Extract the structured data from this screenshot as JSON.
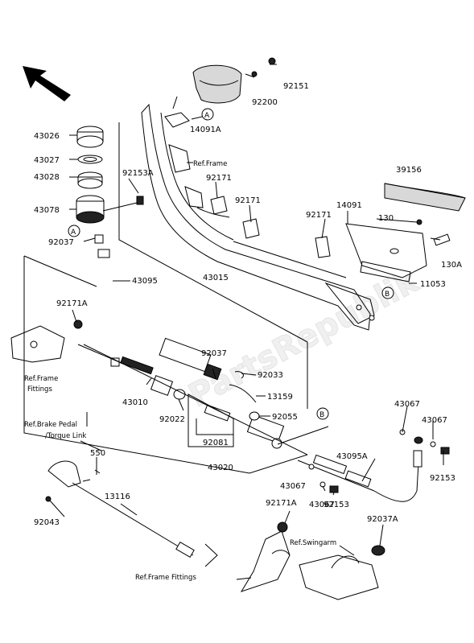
{
  "parts": {
    "p92151": "92151",
    "p92200": "92200",
    "p14091A": "14091A",
    "p43026": "43026",
    "p43027": "43027",
    "p43028": "43028",
    "p43078": "43078",
    "p92037": "92037",
    "p92153A": "92153A",
    "p92171_a": "92171",
    "p92171_b": "92171",
    "p92171_c": "92171",
    "p39156": "39156",
    "p14091": "14091",
    "p130": "130",
    "p130A": "130A",
    "p11053": "11053",
    "p43095": "43095",
    "p43015": "43015",
    "p92171A_top": "92171A",
    "p92037_mid": "92037",
    "p92033": "92033",
    "p13159": "13159",
    "p92055": "92055",
    "p43010": "43010",
    "p92022": "92022",
    "p92081": "92081",
    "p43020": "43020",
    "p43067_a": "43067",
    "p43067_b": "43067",
    "p43067_c": "43067",
    "p43067_d": "43067",
    "p43095A": "43095A",
    "p92153_a": "92153",
    "p92153_b": "92153",
    "p550": "550",
    "p13116": "13116",
    "p92043": "92043",
    "p92171A_bot": "92171A",
    "p92037A": "92037A"
  },
  "references": {
    "frame_top": "Ref.Frame",
    "frame_left_1": "Ref.Frame",
    "frame_left_2": "Fittings",
    "brake_1": "Ref.Brake Pedal",
    "brake_2": "/Torque Link",
    "swingarm": "Ref.Swingarm",
    "frame_fittings": "Ref.Frame Fittings"
  },
  "markers": {
    "a1": "A",
    "a2": "A",
    "b1": "B",
    "b2": "B"
  },
  "watermark": "PartsRepublik"
}
